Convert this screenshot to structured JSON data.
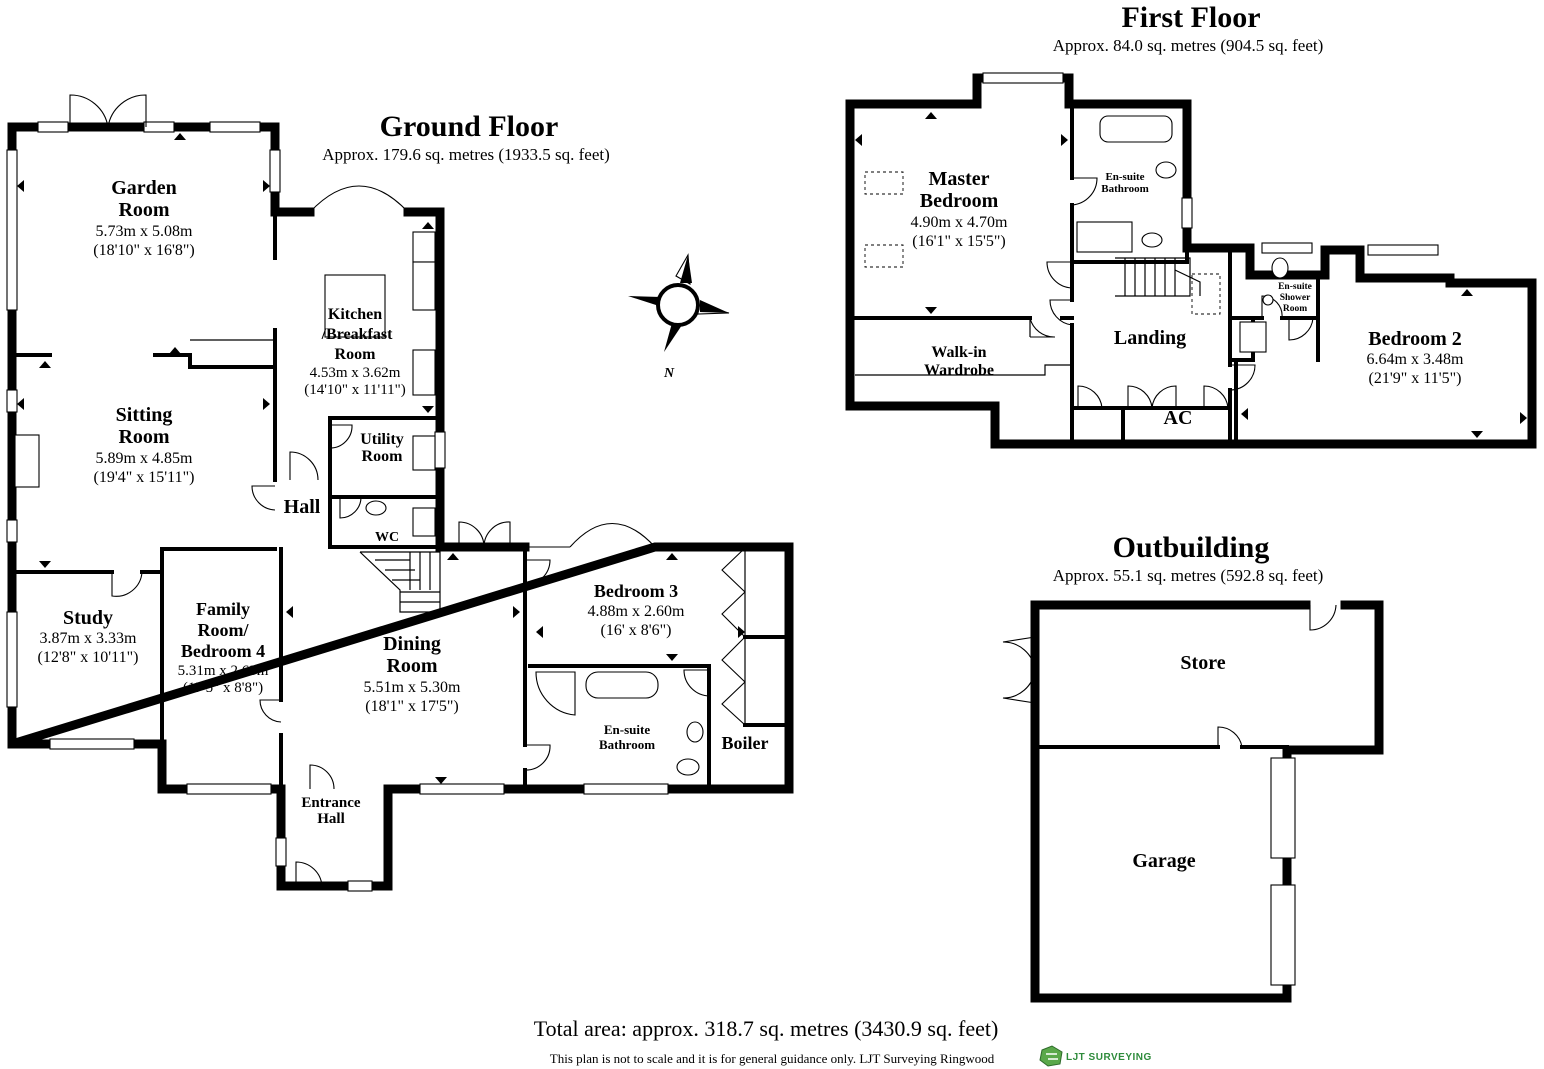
{
  "floors": {
    "ground": {
      "title": "Ground Floor",
      "area": "Approx. 179.6 sq. metres (1933.5 sq. feet)",
      "rooms": {
        "garden": {
          "l1": "Garden",
          "l2": "Room",
          "m": "5.73m x 5.08m",
          "i": "(18'10\" x 16'8\")"
        },
        "sitting": {
          "l1": "Sitting",
          "l2": "Room",
          "m": "5.89m x 4.85m",
          "i": "(19'4\" x 15'11\")"
        },
        "kitchen": {
          "l1": "Kitchen",
          "l2": "/Breakfast",
          "l3": "Room",
          "m": "4.53m x 3.62m",
          "i": "(14'10\" x 11'11\")"
        },
        "utility": {
          "l1": "Utility",
          "l2": "Room"
        },
        "hall": {
          "l1": "Hall"
        },
        "wc": {
          "l1": "WC"
        },
        "study": {
          "l1": "Study",
          "m": "3.87m x 3.33m",
          "i": "(12'8\" x 10'11\")"
        },
        "family": {
          "l1": "Family",
          "l2": "Room/",
          "l3": "Bedroom 4",
          "m": "5.31m x 2.63m",
          "i": "(17'5\" x 8'8\")"
        },
        "dining": {
          "l1": "Dining",
          "l2": "Room",
          "m": "5.51m x 5.30m",
          "i": "(18'1\" x 17'5\")"
        },
        "bedroom3": {
          "l1": "Bedroom 3",
          "m": "4.88m x 2.60m",
          "i": "(16' x 8'6\")"
        },
        "ensuite": {
          "l1": "En-suite",
          "l2": "Bathroom"
        },
        "boiler": {
          "l1": "Boiler"
        },
        "entrance": {
          "l1": "Entrance",
          "l2": "Hall"
        }
      }
    },
    "first": {
      "title": "First Floor",
      "area": "Approx. 84.0 sq. metres (904.5 sq. feet)",
      "rooms": {
        "master": {
          "l1": "Master",
          "l2": "Bedroom",
          "m": "4.90m x 4.70m",
          "i": "(16'1\" x 15'5\")"
        },
        "ensuite": {
          "l1": "En-suite",
          "l2": "Bathroom"
        },
        "walkin": {
          "l1": "Walk-in",
          "l2": "Wardrobe"
        },
        "landing": {
          "l1": "Landing"
        },
        "ac": {
          "l1": "AC"
        },
        "shower": {
          "l1": "En-suite",
          "l2": "Shower",
          "l3": "Room"
        },
        "bedroom2": {
          "l1": "Bedroom 2",
          "m": "6.64m x 3.48m",
          "i": "(21'9\" x 11'5\")"
        }
      }
    },
    "outbuilding": {
      "title": "Outbuilding",
      "area": "Approx. 55.1 sq. metres (592.8 sq. feet)",
      "rooms": {
        "store": {
          "l1": "Store"
        },
        "garage": {
          "l1": "Garage"
        }
      }
    }
  },
  "compass": {
    "label": "N"
  },
  "footer": {
    "total": "Total area: approx. 318.7 sq. metres (3430.9 sq. feet)",
    "disclaimer": "This plan is not to scale and it is for general guidance only. LJT Surveying Ringwood",
    "logo_text": "LJT SURVEYING"
  },
  "colors": {
    "walls": "#000000",
    "background": "#ffffff",
    "logo": "#2e8b3b"
  }
}
